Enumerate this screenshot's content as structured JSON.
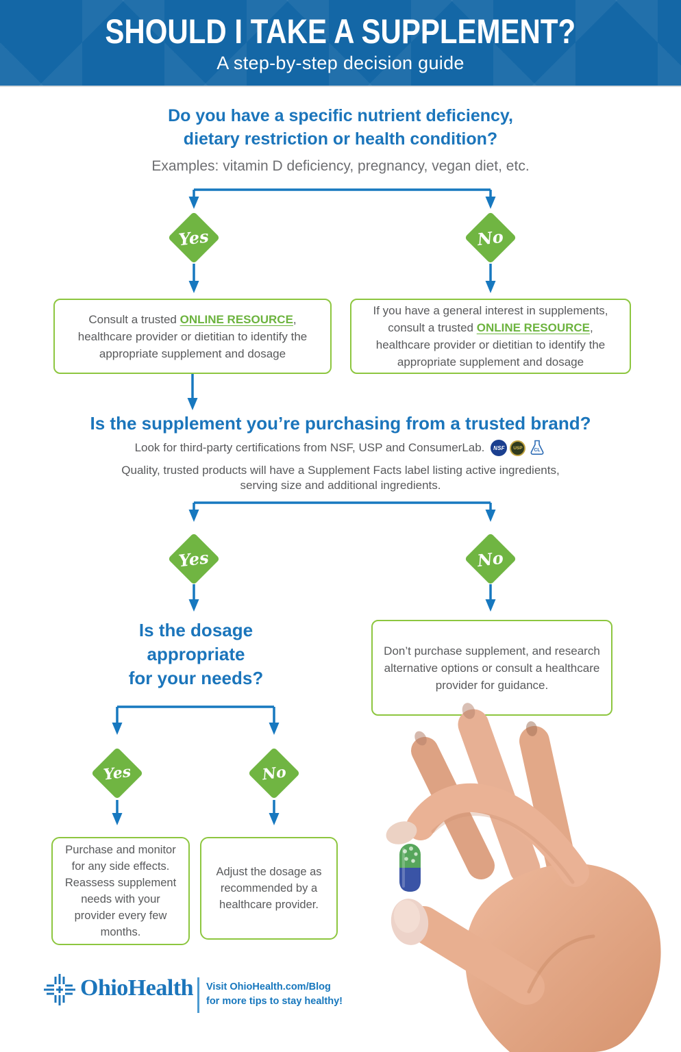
{
  "header": {
    "title": "SHOULD I TAKE A SUPPLEMENT?",
    "subtitle": "A step-by-step decision guide"
  },
  "q1": {
    "line1": "Do you have a specific nutrient deficiency,",
    "line2": "dietary restriction or health condition?",
    "examples": "Examples: vitamin D deficiency, pregnancy, vegan diet, etc."
  },
  "labels": {
    "yes": "Yes",
    "no": "No"
  },
  "boxes": {
    "consult": {
      "pre": "Consult a trusted ",
      "link": "ONLINE RESOURCE",
      "post": ", healthcare provider or dietitian to identify the appropriate supplement and dosage"
    },
    "general": {
      "pre": "If you have a general interest in supplements, consult a trusted ",
      "link": "ONLINE RESOURCE",
      "post": ", healthcare provider or dietitian to identify the appropriate supplement and dosage"
    },
    "dont": {
      "text": "Don’t purchase supplement, and research alternative options or consult a healthcare provider for guidance."
    },
    "purchase": {
      "text": "Purchase and monitor for any side effects. Reassess supplement needs with your provider every few months."
    },
    "adjust": {
      "text": "Adjust the dosage as recommended by a healthcare provider."
    }
  },
  "q2": {
    "heading": "Is the supplement you’re purchasing from a trusted brand?",
    "cert_text": "Look for third-party certifications from NSF, USP and ConsumerLab.",
    "badges": [
      "NSF",
      "USP",
      "CL"
    ],
    "quality_line1": "Quality, trusted products will have a Supplement Facts label listing active ingredients,",
    "quality_line2": "serving size and additional ingredients."
  },
  "q3": {
    "line1": "Is the dosage",
    "line2": "appropriate",
    "line3": "for your needs?"
  },
  "footer": {
    "brand": "OhioHealth",
    "link": "Visit OhioHealth.com/Blog",
    "tagline": "for more tips to stay healthy!"
  },
  "colors": {
    "header_blue": "#1467a6",
    "heading_blue": "#1b75bb",
    "arrow_blue": "#1778bf",
    "diamond_green": "#70b542",
    "border_green": "#8dc63f",
    "link_green": "#6cb33e",
    "text_gray": "#58595b"
  }
}
